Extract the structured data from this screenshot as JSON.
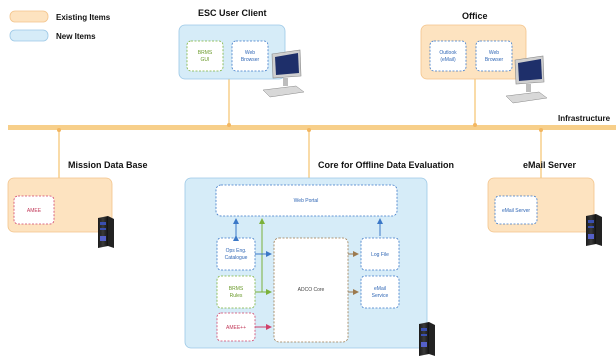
{
  "legend": {
    "existing": "Existing Items",
    "new": "New Items"
  },
  "titles": {
    "esc_user_client": "ESC User Client",
    "office": "Office",
    "infrastructure": "Infrastructure",
    "mission_db": "Mission Data Base",
    "core": "Core for Offline Data Evaluation",
    "email_server": "eMail Server"
  },
  "boxes": {
    "brms_gui": [
      "BRMS",
      "GUI"
    ],
    "web_browser_client": [
      "Web",
      "Browser"
    ],
    "outlook": [
      "Outlook",
      "(eMail)"
    ],
    "web_browser_office": [
      "Web",
      "Browser"
    ],
    "amee": "AMEE",
    "email_server_box": "eMail Server",
    "web_portal": "Web Portal",
    "ops_eng": [
      "Ops Eng.",
      "Catalogue"
    ],
    "brms_rules": [
      "BRMS",
      "Rules"
    ],
    "amee_pp": "AMEE++",
    "adco_core": "ADCO Core",
    "log_file": "Log File",
    "email_service": [
      "eMail",
      "Service"
    ]
  },
  "colors": {
    "existing_fill": "#fde3c0",
    "new_fill": "#d6ecf8",
    "bus": "#f7cf8a",
    "blue": "#3b78c7",
    "green": "#7bb13a",
    "red": "#d0416a",
    "brown": "#9c7a4f"
  }
}
